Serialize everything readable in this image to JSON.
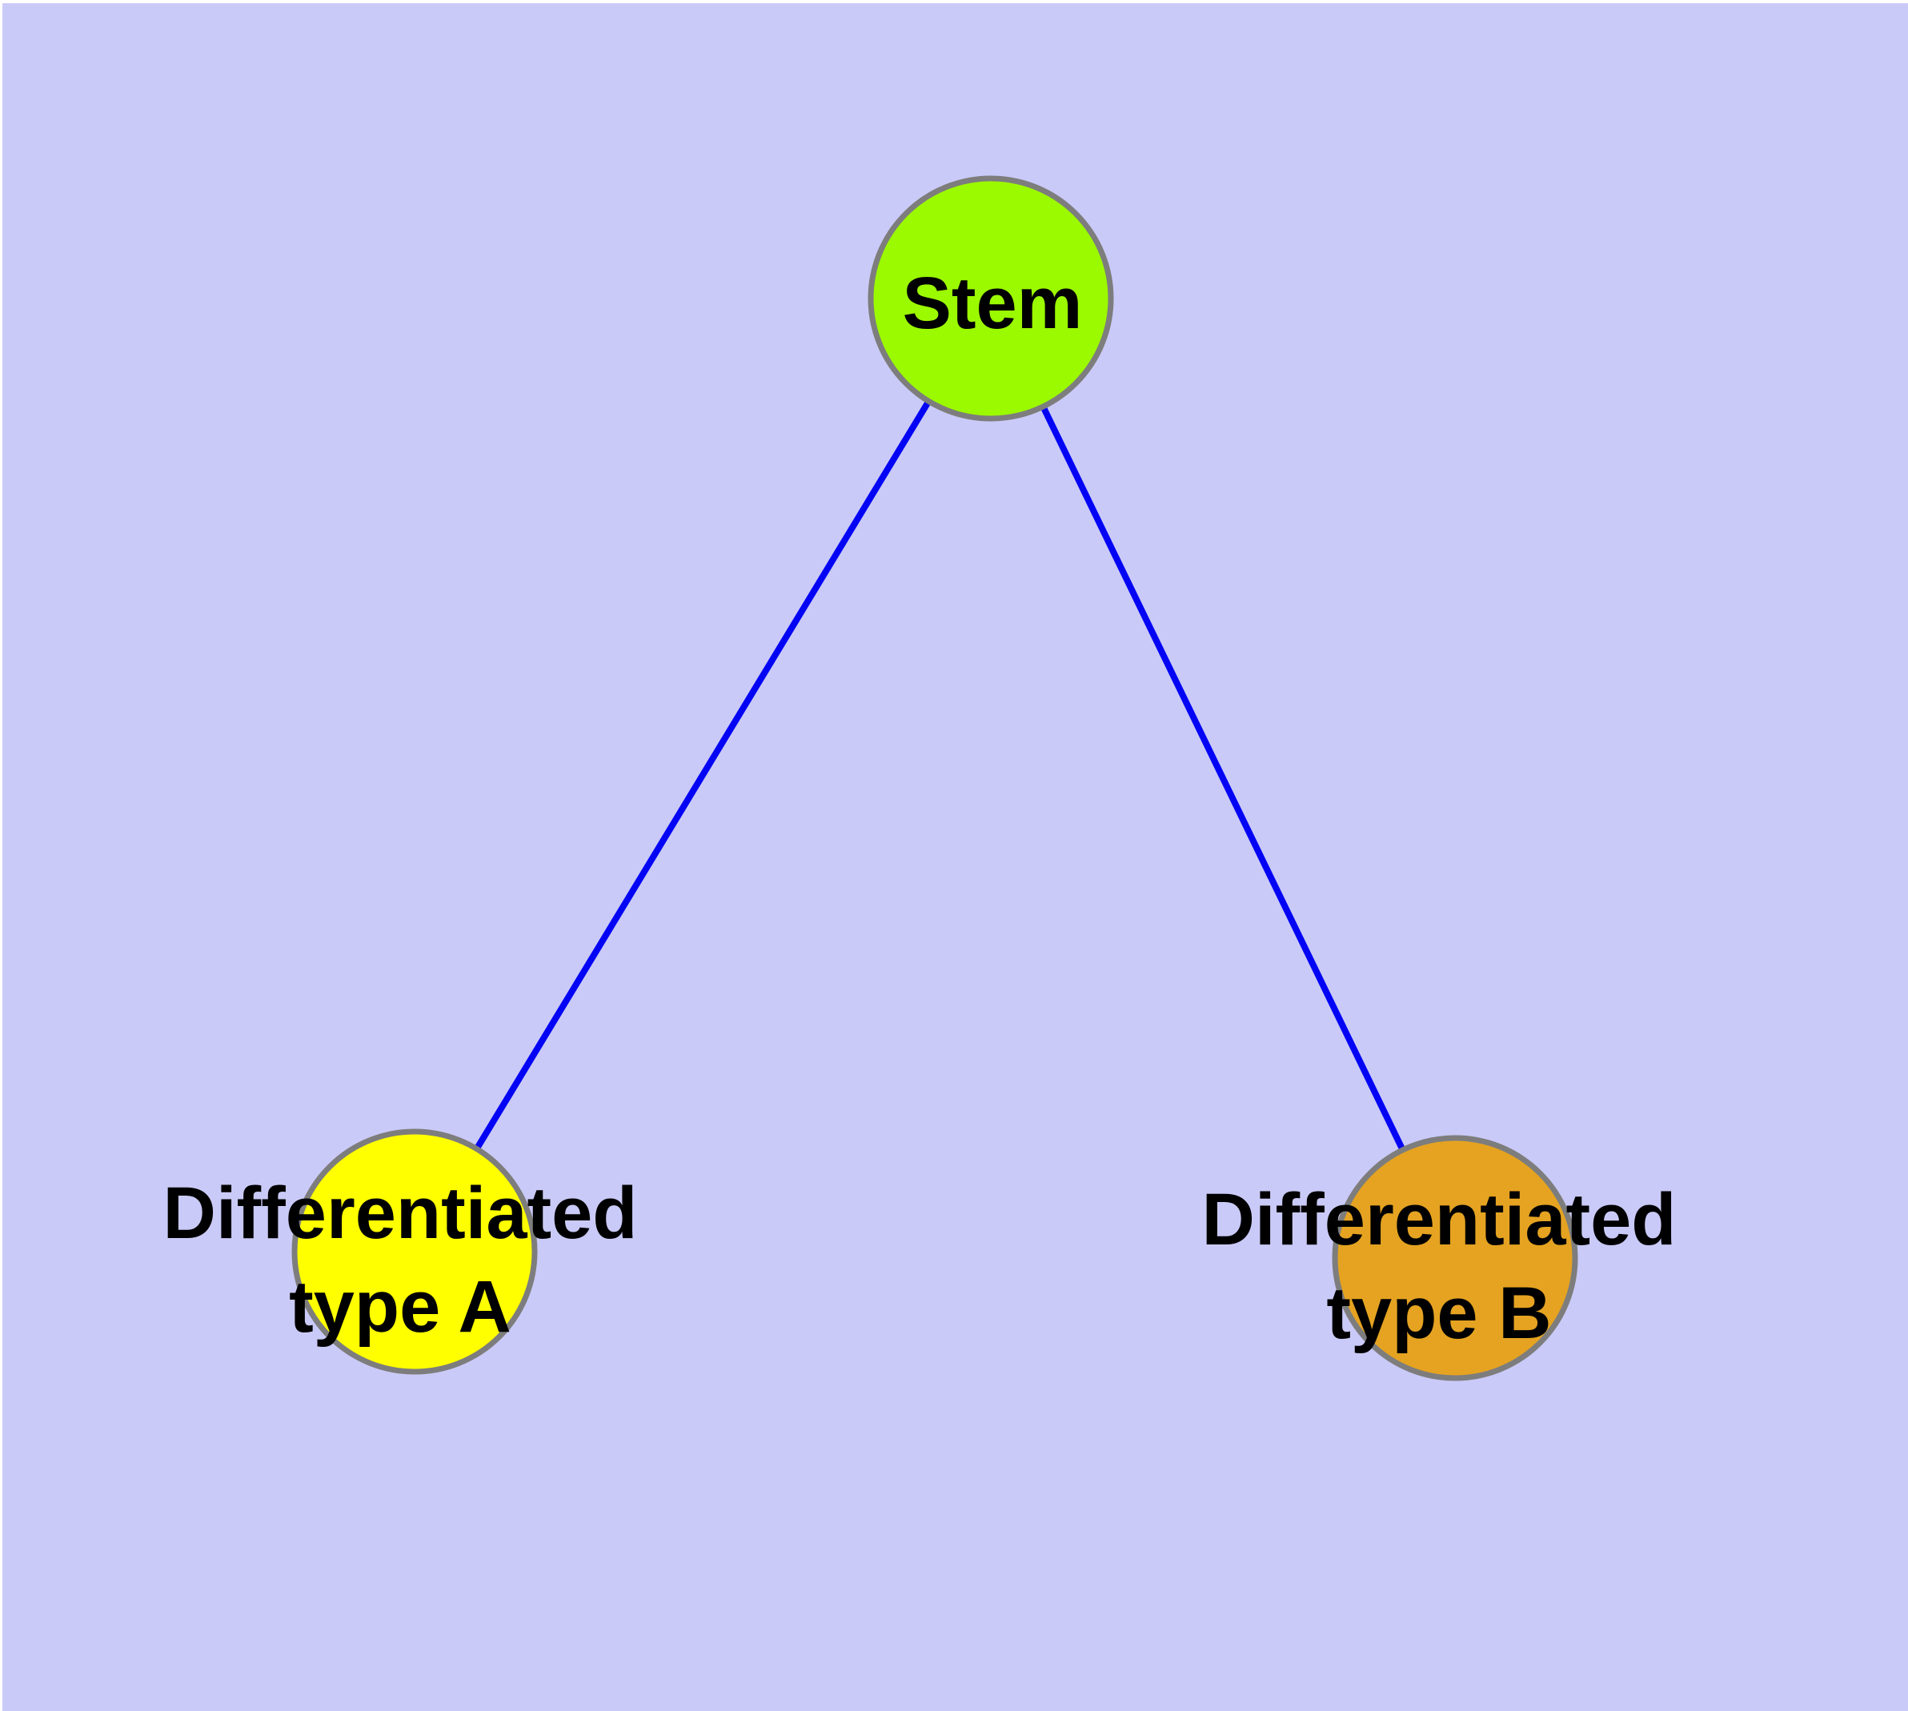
{
  "diagram": {
    "background_color": "#cacaf8",
    "margin_color": "#ffffff",
    "edge_color": "#0404f5",
    "node_border_color": "#7d7d7d",
    "label_color": "#000000",
    "nodes": [
      {
        "id": "stem",
        "label": "Stem",
        "fill": "#9bf900"
      },
      {
        "id": "differentiated-type-a",
        "label_line1": "Differentiated",
        "label_line2": "type A",
        "fill": "#ffff00"
      },
      {
        "id": "differentiated-type-b",
        "label_line1": "Differentiated",
        "label_line2": "type B",
        "fill": "#e5a321"
      }
    ],
    "edges": [
      {
        "from": "Stem",
        "to": "Differentiated type A"
      },
      {
        "from": "Stem",
        "to": "Differentiated type B"
      }
    ]
  }
}
